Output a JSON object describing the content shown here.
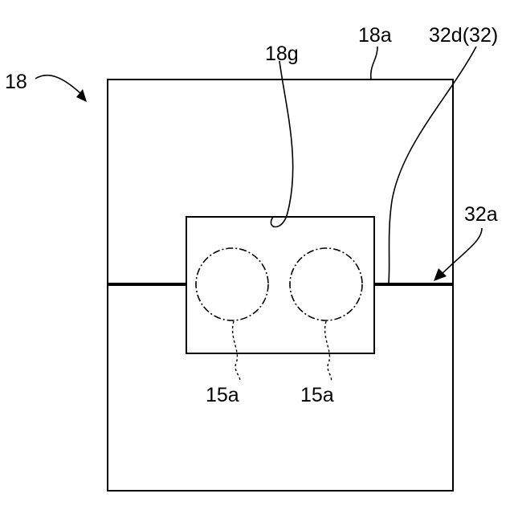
{
  "figure": {
    "labels": {
      "assembly": "18",
      "outer_plate": "18a",
      "opening": "18g",
      "seam_portion": "32d(32)",
      "seam_line": "32a",
      "element_left": "15a",
      "element_right": "15a"
    },
    "colors": {
      "line": "#000000",
      "background": "#ffffff"
    }
  }
}
